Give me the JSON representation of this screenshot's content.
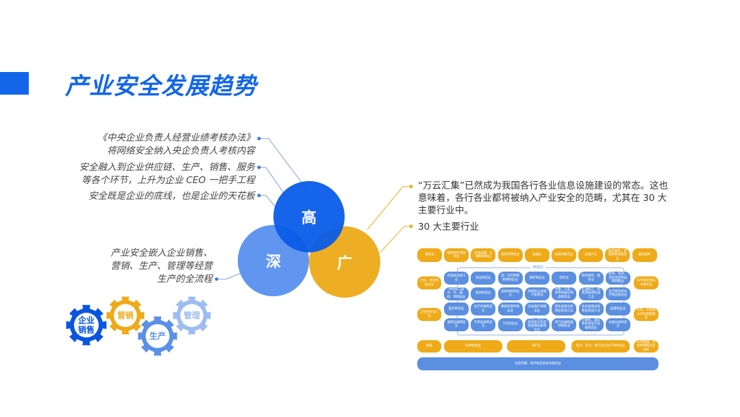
{
  "title": "产业安全发展趋势",
  "left_points": [
    {
      "lines": [
        "《中央企业负责人经营业绩考核办法》",
        "将网络安全纳入央企负责人考核内容"
      ]
    },
    {
      "lines": [
        "安全融入到企业供应链、生产、销售、服务",
        "等各个环节，上升为企业 CEO 一把手工程"
      ]
    },
    {
      "lines": [
        "安全既是企业的底线，也是企业的天花板"
      ]
    },
    {
      "lines": [
        "产业安全嵌入企业销售、",
        "营销、生产、管理等经营",
        "生产的全流程"
      ]
    }
  ],
  "circles": {
    "high": "高",
    "deep": "深",
    "wide": "广"
  },
  "right_points": [
    {
      "text": "“万云汇集”已然成为我国各行各业信息设施建设的常态。这也意味着，各行各业都将被纳入产业安全的范畴，尤其在 30 大主要行业中。"
    },
    {
      "text": "30 大主要行业"
    }
  ],
  "gears": [
    {
      "label": "企业销售",
      "color": "#0a55e0"
    },
    {
      "label": "营销",
      "color": "#eeaa18"
    },
    {
      "label": "生产",
      "color": "#5b8fe8"
    },
    {
      "label": "管理",
      "color": "#9dbdf2"
    }
  ],
  "industries": {
    "top": [
      "建筑业",
      "租赁和商务服务业",
      "交通运输、仓储和邮政业",
      "批发和零售业",
      "金融业",
      "住宿和餐饮业",
      "房地产业",
      "居民服务、修理和其他服务业",
      "国际组织"
    ],
    "manufacturing_label": "制造业",
    "left": [
      "文化、体育和娱乐业",
      "卫生和社会工作"
    ],
    "right": [
      "科学研究和技术服务业",
      "水利、环境和公共设施管理业"
    ],
    "manufacturing": [
      [
        "农副食品加工业",
        "食品制造业",
        "酒、饮料和精制茶制造业",
        "烟草制品业",
        "纺织业",
        "纺织服装、服饰业",
        "皮革、毛皮、羽毛及其制品和制鞋业"
      ],
      [
        "木材加工和木、竹、藤、棕、草制品业",
        "家具制造业",
        "造纸和纸制品业",
        "印刷和记录媒介复制业",
        "文教、工美、体育和娱乐用品制造业",
        "石油加工、炼焦和核燃料加工业",
        "化学原料和化学制品制造业"
      ],
      [
        "医药制造业",
        "化学纤维制造业",
        "橡胶和塑料制品业",
        "非金属矿物制品业",
        "黑色金属冶炼和压延加工业",
        "有色金属冶炼和压延加工业",
        "金属制品业"
      ],
      [
        "通用设备制造业",
        "专用设备制造业",
        "汽车制造业",
        "铁路、船舶、航空航天和其他运输设备制造业",
        "电气机械和器材制造业",
        "计算机、通信和其他电子设备制造业",
        "仪器仪表制造业"
      ]
    ],
    "bottom": [
      "教育",
      "农林牧渔业",
      "采矿业",
      "电力、热力、燃气及水生产和供应业",
      "公共管理、社会保障和社会组织"
    ],
    "base": "信息传输、软件和信息技术服务业"
  }
}
